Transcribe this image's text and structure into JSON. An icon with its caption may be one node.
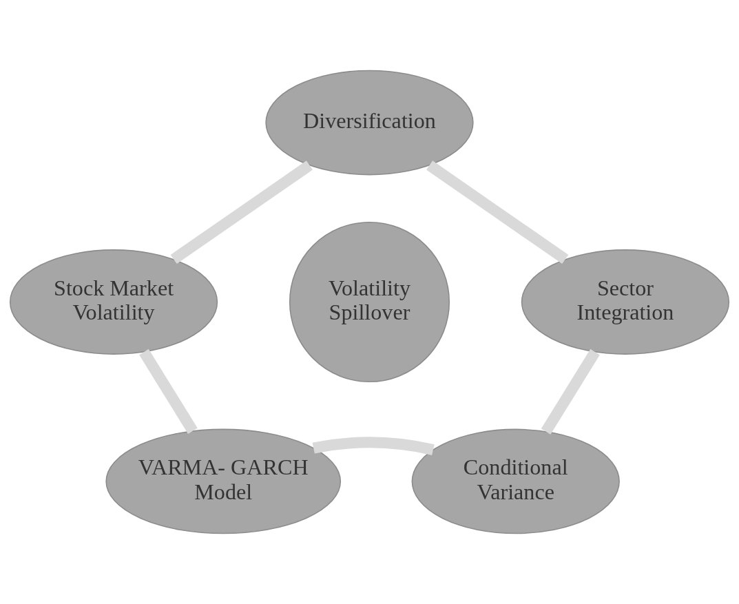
{
  "diagram": {
    "nodes": [
      {
        "text": [
          "Diversification"
        ]
      },
      {
        "text": [
          "Stock Market Volatility"
        ]
      },
      {
        "text": [
          "Volatility Spillover"
        ]
      },
      {
        "text": [
          "Sector Integration"
        ]
      },
      {
        "text": [
          "VARMA- GARCH Model"
        ]
      },
      {
        "text": [
          "Conditional Variance"
        ]
      }
    ],
    "edges": [
      {
        "from": 0,
        "to": 3,
        "arrow": "none"
      },
      {
        "from": 3,
        "to": 5,
        "arrow": "none"
      },
      {
        "from": 5,
        "to": 4,
        "arrow": "none"
      },
      {
        "from": 4,
        "to": 1,
        "arrow": "none"
      },
      {
        "from": 1,
        "to": 0,
        "arrow": "none"
      }
    ]
  }
}
